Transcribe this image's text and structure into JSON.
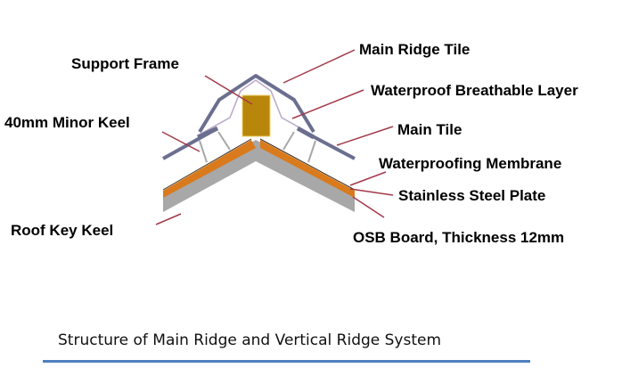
{
  "labels": {
    "main_ridge_tile": "Main Ridge Tile",
    "support_frame": "Support Frame",
    "waterproof_breathable_layer": "Waterproof Breathable Layer",
    "minor_keel": "40mm  Minor Keel",
    "main_tile": "Main Tile",
    "waterproofing_membrane": "Waterproofing Membrane",
    "stainless_steel_plate": "Stainless Steel Plate",
    "roof_key_keel": "Roof Key Keel",
    "osb_board": "OSB Board, Thickness 12mm"
  },
  "caption": "Structure of Main Ridge and Vertical Ridge System",
  "colors": {
    "tile": "#6b6f8f",
    "support_frame": "#b8860b",
    "membrane": "#d97a1c",
    "board": "#a9a9a9",
    "leader": "#a23a4a",
    "rule": "#4f7fc0"
  }
}
